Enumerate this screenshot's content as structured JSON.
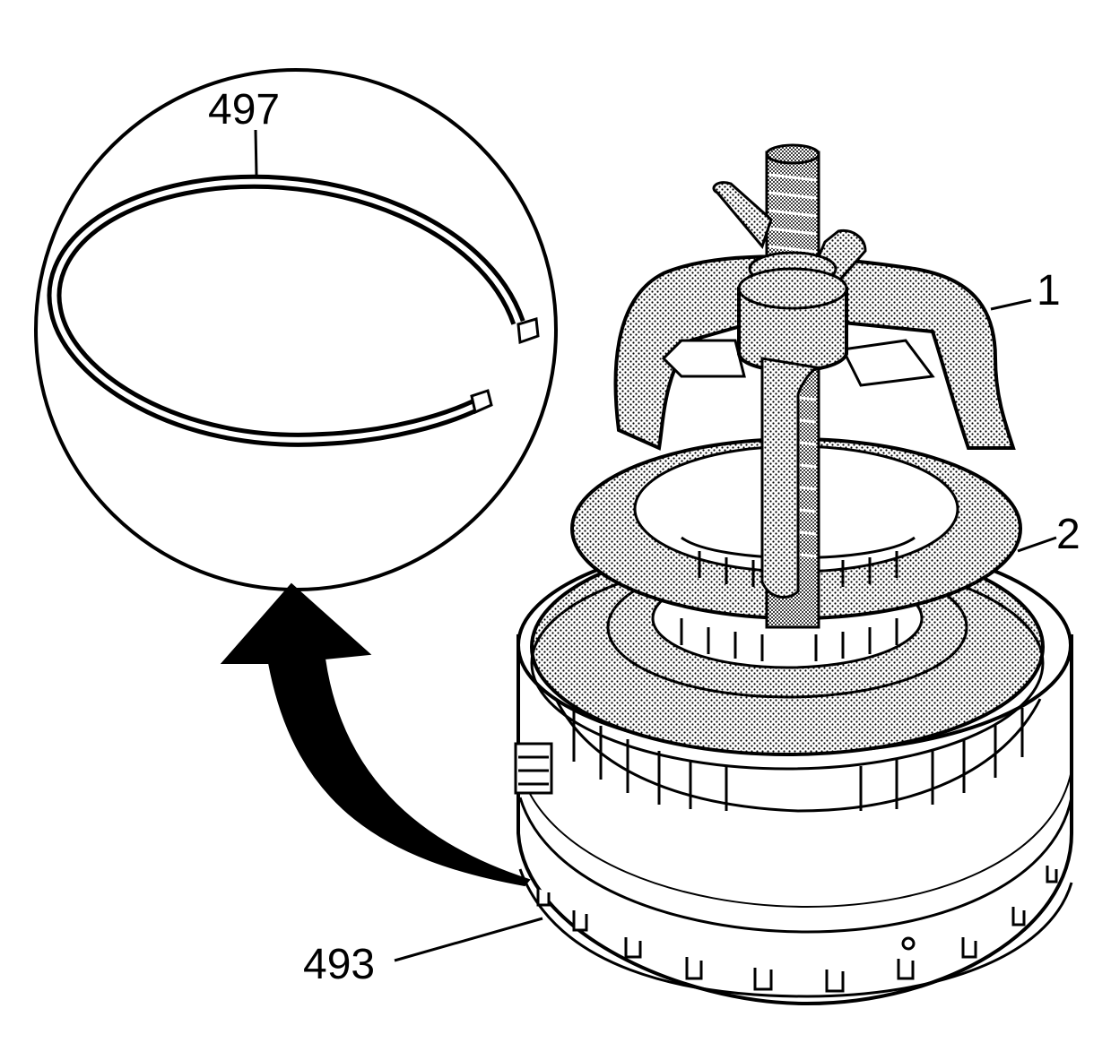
{
  "callouts": {
    "snap_ring": "497",
    "tool_compressor": "1",
    "tool_plate": "2",
    "housing": "493"
  },
  "colors": {
    "ink": "#000000",
    "paper": "#ffffff",
    "stipple": "#8a8a8a"
  }
}
